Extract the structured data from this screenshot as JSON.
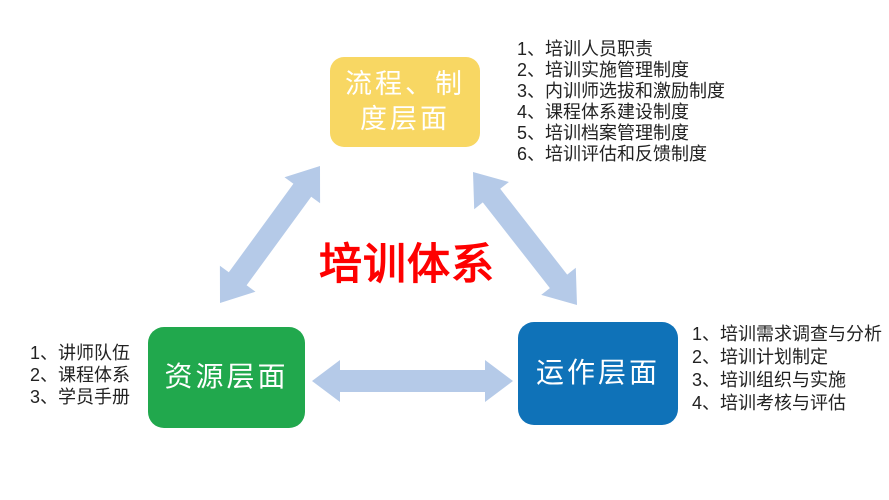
{
  "title": {
    "text": "培训体系",
    "color": "#FE0000"
  },
  "nodes": {
    "process": {
      "line1": "流程、制",
      "line2": "度层面",
      "full_label": "流程、制度层面",
      "color": "#F8D763"
    },
    "resource": {
      "label": "资源层面",
      "color": "#21A84D"
    },
    "operation": {
      "label": "运作层面",
      "color": "#0F72B8"
    }
  },
  "lists": {
    "process": {
      "items": [
        "1、培训人员职责",
        "2、培训实施管理制度",
        "3、内训师选拔和激励制度",
        "4、课程体系建设制度",
        "5、培训档案管理制度",
        "6、培训评估和反馈制度"
      ]
    },
    "resource": {
      "items": [
        "1、讲师队伍",
        "2、课程体系",
        "3、学员手册"
      ]
    },
    "operation": {
      "items": [
        "1、培训需求调查与分析",
        "2、培训计划制定",
        "3、培训组织与实施",
        "4、培训考核与评估"
      ]
    }
  },
  "arrows": {
    "color": "#B5CAE8"
  }
}
